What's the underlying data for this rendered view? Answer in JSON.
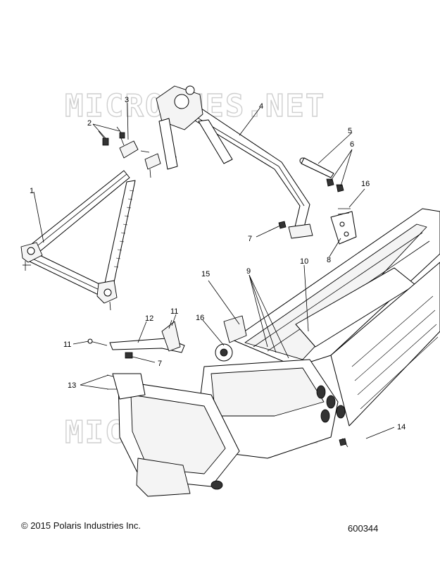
{
  "watermark": "MICROCHES.NET",
  "callouts": {
    "c1": "1",
    "c2": "2",
    "c3": "3",
    "c4": "4",
    "c5": "5",
    "c6": "6",
    "c7a": "7",
    "c7b": "7",
    "c8": "8",
    "c9": "9",
    "c10": "10",
    "c11a": "11",
    "c11b": "11",
    "c12": "12",
    "c13": "13",
    "c14": "14",
    "c15": "15",
    "c16a": "16",
    "c16b": "16"
  },
  "footer": {
    "copyright": "© 2015 Polaris Industries Inc.",
    "part_number": "600344"
  }
}
